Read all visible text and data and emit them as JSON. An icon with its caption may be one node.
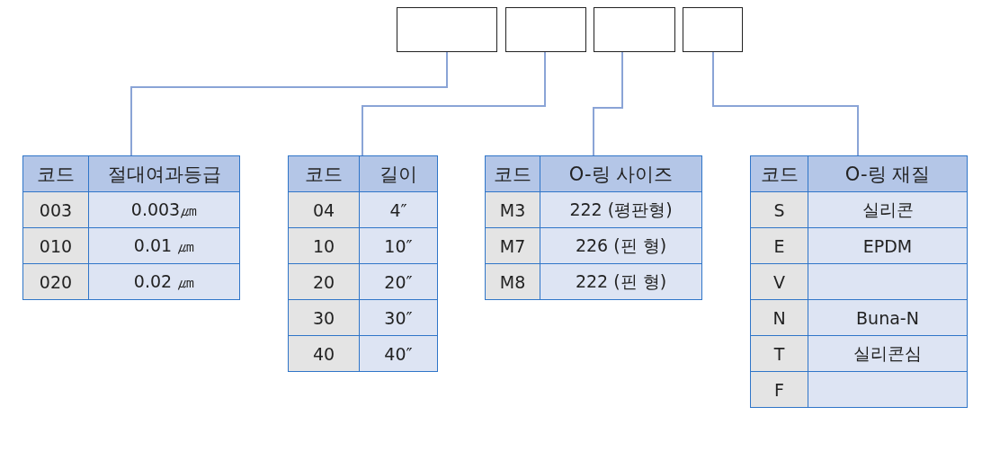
{
  "diagram": {
    "nodes": [
      {
        "text": [],
        "shape": "box"
      },
      {
        "text": [],
        "shape": "box"
      },
      {
        "text": [],
        "shape": "box"
      },
      {
        "text": [],
        "shape": "box"
      },
      {
        "text": [
          "코드",
          "절대여과등급",
          "003",
          "0.003㎛",
          "010",
          "0.01 ㎛",
          "020",
          "0.02 ㎛"
        ]
      },
      {
        "text": [
          "코드",
          "길이",
          "04",
          "4″",
          "10",
          "10″",
          "20",
          "20″",
          "30",
          "30″",
          "40",
          "40″"
        ]
      },
      {
        "text": [
          "코드",
          "O-링 사이즈",
          "M3",
          "222 (평판형)",
          "M7",
          "226 (핀 형)",
          "M8",
          "222 (핀 형)"
        ]
      },
      {
        "text": [
          "코드",
          "O-링 재질",
          "S",
          "실리콘",
          "E",
          "EPDM",
          "V",
          "N",
          "Buna-N",
          "T",
          "실리콘심",
          "F"
        ]
      }
    ],
    "edges": [
      {
        "from": 0,
        "to": 4,
        "arrow": "none"
      },
      {
        "from": 1,
        "to": 5,
        "arrow": "none"
      },
      {
        "from": 2,
        "to": 6,
        "arrow": "none"
      },
      {
        "from": 3,
        "to": 7,
        "arrow": "none"
      }
    ]
  }
}
